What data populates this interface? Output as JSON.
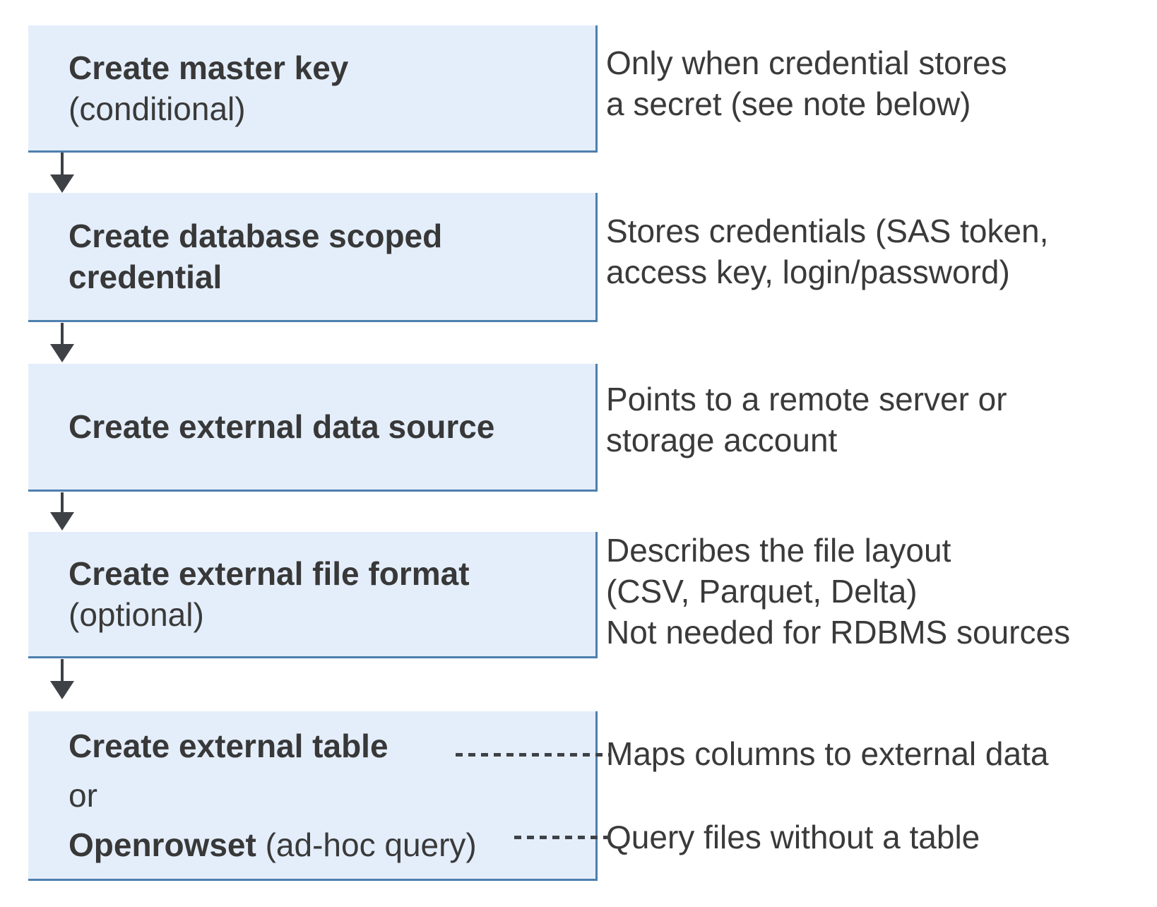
{
  "diagram": {
    "steps": [
      {
        "title": "Create master key",
        "qualifier": "(conditional)",
        "annotation": "Only when credential stores\na secret (see note below)"
      },
      {
        "title": "Create database scoped credential",
        "annotation": "Stores credentials (SAS token,\naccess key, login/password)"
      },
      {
        "title": "Create external data source",
        "annotation": "Points to a remote server or\nstorage account"
      },
      {
        "title": "Create external file format",
        "qualifier": "(optional)",
        "annotation": "Describes the file layout\n(CSV, Parquet, Delta)\nNot needed for RDBMS sources"
      },
      {
        "title": "Create external table",
        "or_label": "or",
        "alt_title": "Openrowset",
        "alt_suffix": " (ad-hoc query)",
        "annotation_table": "Maps columns to external data",
        "annotation_openrowset": "Query files without a table"
      }
    ],
    "colors": {
      "box_fill": "#e4eefb",
      "box_border": "#4e7fae",
      "text": "#3a3a3a",
      "arrow": "#3e4146",
      "dash": "#3e4146"
    }
  }
}
